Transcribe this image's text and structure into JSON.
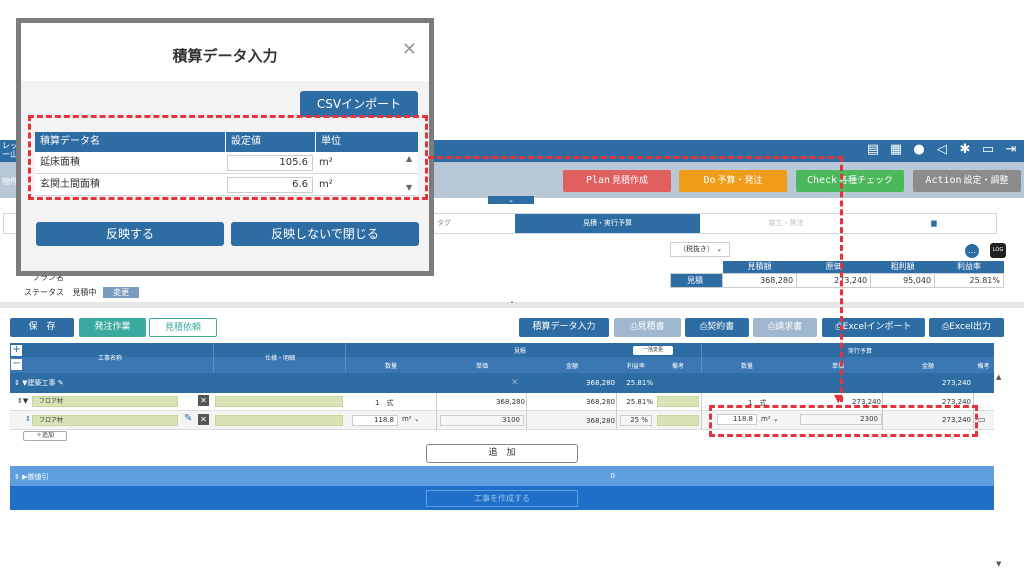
{
  "topbar": {
    "logo_line1": "レッすご",
    "logo_line2": "ー山丁",
    "sub_label": "物件"
  },
  "pdca": [
    {
      "key": "Plan",
      "label": "見積作成",
      "color": "#e06060"
    },
    {
      "key": "Do",
      "label": "予算・発注",
      "color": "#ef9c1a"
    },
    {
      "key": "Check",
      "label": "各種チェック",
      "color": "#4cb85c"
    },
    {
      "key": "Action",
      "label": "設定・調整",
      "color": "#8c8c8c"
    }
  ],
  "tabs": [
    "タグ",
    "見積・実行予算",
    "竣工・発注"
  ],
  "info": {
    "tax_select": "（税抜き）",
    "summary_headers": [
      "見積額",
      "原価",
      "粗利額",
      "利益率"
    ],
    "summary_row_label": "見積",
    "summary_values": [
      "368,280",
      "273,240",
      "95,040",
      "25.81%"
    ],
    "plan_label": "プラン名",
    "status_label": "ステータス",
    "status_value": "見積中",
    "change_button": "変更"
  },
  "toolbar": {
    "save": "保　存",
    "order_work": "発注作業",
    "estimate_request": "見積依頼",
    "estimate_data_input": "積算データ入力",
    "estimate_doc": "見積書",
    "contract_doc": "契約書",
    "invoice_doc": "請求書",
    "excel_import": "Excelインポート",
    "excel_export": "Excel出力"
  },
  "grid": {
    "h_work_name": "工事名称",
    "h_spec": "仕様・明細",
    "h_estimate": "見積",
    "h_bulk_change": "一括変更",
    "h_exec_budget": "実行予算",
    "sub_headers_estimate": [
      "数量",
      "単価",
      "金額",
      "利益率",
      "備考"
    ],
    "sub_headers_exec": [
      "数量",
      "単価",
      "金額",
      "備考"
    ],
    "category_row": {
      "name": "建築工事",
      "amount": "368,280",
      "rate": "25.81%",
      "exec_amount": "273,240"
    },
    "item_row": {
      "name": "フロア材",
      "qty": "1",
      "unit": "式",
      "price": "368,280",
      "amount": "368,280",
      "rate": "25.81%",
      "exec_qty": "1",
      "exec_unit": "式",
      "exec_price": "273,240",
      "exec_amount": "273,240"
    },
    "detail_row": {
      "name": "フロア材",
      "qty": "118.8",
      "unit": "m²",
      "price": "3100",
      "amount": "368,280",
      "rate": "25",
      "rate_unit": "%",
      "exec_qty": "118.8",
      "exec_unit": "m²",
      "exec_price": "2300",
      "exec_amount": "273,240"
    },
    "add_small": "＋追加",
    "add_button": "追　加",
    "discount_row": {
      "name": "御値引",
      "amount": "0"
    },
    "create_work_button": "工事を作成する"
  },
  "modal": {
    "title": "積算データ入力",
    "csv_import": "CSVインポート",
    "headers": [
      "積算データ名",
      "設定値",
      "単位"
    ],
    "rows": [
      {
        "name": "延床面積",
        "value": "105.6",
        "unit": "m²"
      },
      {
        "name": "玄関土間面積",
        "value": "6.6",
        "unit": "m²"
      }
    ],
    "apply_button": "反映する",
    "close_button": "反映しないで閉じる"
  },
  "colors": {
    "primary": "#2e6da4",
    "highlight": "#e2343a"
  }
}
